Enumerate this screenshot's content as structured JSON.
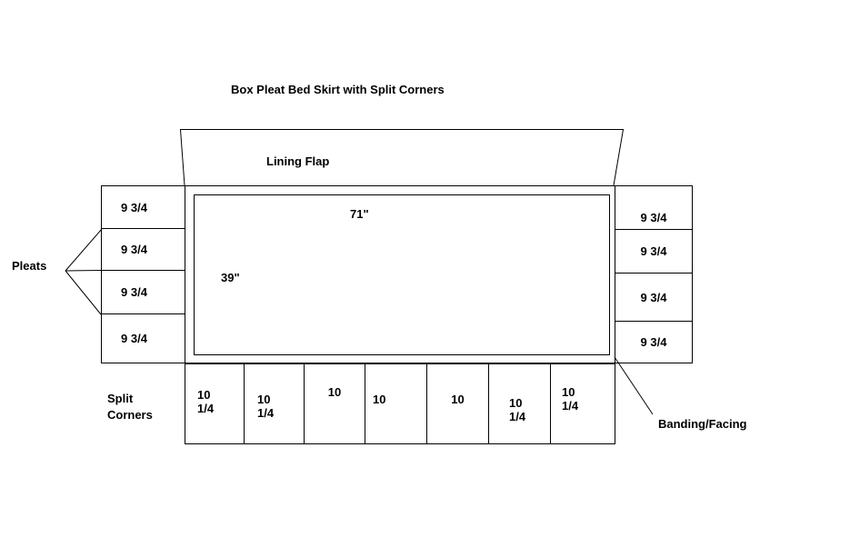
{
  "title": "Box Pleat Bed Skirt with Split Corners",
  "labels": {
    "lining_flap": "Lining Flap",
    "width_dim": "71\"",
    "height_dim": "39\"",
    "pleats": "Pleats",
    "split_corners": "Split Corners",
    "banding": "Banding/Facing"
  },
  "left_pleat_panels": [
    "9 3/4",
    "9 3/4",
    "9 3/4",
    "9 3/4"
  ],
  "right_pleat_panels": [
    "9 3/4",
    "9 3/4",
    "9 3/4",
    "9 3/4"
  ],
  "bottom_panels": [
    "10 1/4",
    "10 1/4",
    "10",
    "10",
    "10",
    "10 1/4",
    "10 1/4"
  ],
  "colors": {
    "line": "#000000",
    "text": "#000000",
    "background": "#ffffff"
  }
}
